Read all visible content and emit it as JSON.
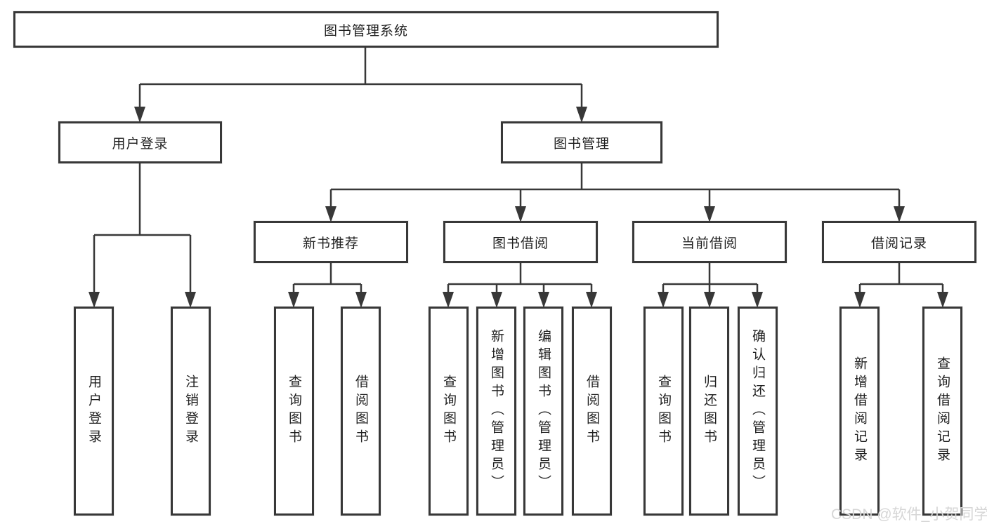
{
  "nodes": {
    "root": {
      "label": "图书管理系统"
    },
    "level2": [
      {
        "label": "用户登录"
      },
      {
        "label": "图书管理"
      }
    ],
    "level3": [
      {
        "label": "新书推荐"
      },
      {
        "label": "图书借阅"
      },
      {
        "label": "当前借阅"
      },
      {
        "label": "借阅记录"
      }
    ],
    "leaves": [
      {
        "label": "用户登录"
      },
      {
        "label": "注销登录"
      },
      {
        "label": "查询图书"
      },
      {
        "label": "借阅图书"
      },
      {
        "label": "查询图书"
      },
      {
        "label": "新增图书（管理员）"
      },
      {
        "label": "编辑图书（管理员）"
      },
      {
        "label": "借阅图书"
      },
      {
        "label": "查询图书"
      },
      {
        "label": "归还图书"
      },
      {
        "label": "确认归还（管理员）"
      },
      {
        "label": "新增借阅记录"
      },
      {
        "label": "查询借阅记录"
      }
    ]
  },
  "watermark": "CSDN @软件_小贺同学",
  "colors": {
    "line": "#383838",
    "box_border": "#383838",
    "box_fill": "#ffffff",
    "text": "#1f1f1f",
    "watermark": "#d6d6d6"
  }
}
